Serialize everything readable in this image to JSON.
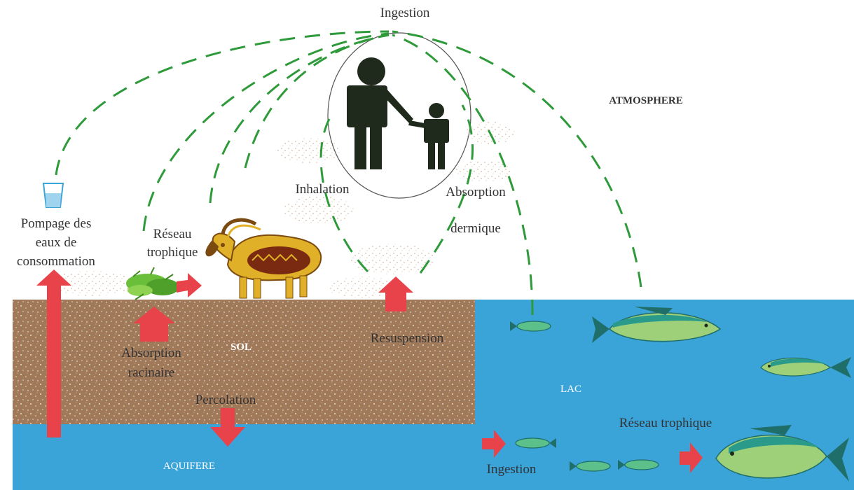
{
  "labels": {
    "ingestion_top": "Ingestion",
    "atmosphere": "ATMOSPHERE",
    "inhalation": "Inhalation",
    "absorption_dermique_1": "Absorption",
    "absorption_dermique_2": "dermique",
    "pompage_1": "Pompage des",
    "pompage_2": "eaux de",
    "pompage_3": "consommation",
    "reseau_trophique_land_1": "Réseau",
    "reseau_trophique_land_2": "trophique",
    "absorption_racinaire_1": "Absorption",
    "absorption_racinaire_2": "racinaire",
    "sol": "SOL",
    "resuspension": "Resuspension",
    "percolation": "Percolation",
    "aquifere": "AQUIFERE",
    "lac": "LAC",
    "reseau_trophique_lake": "Réseau trophique",
    "ingestion_lake": "Ingestion"
  },
  "colors": {
    "soil": "#a0785a",
    "water": "#3aa3d8",
    "arrow": "#e8434a",
    "dash": "#2e9a3a",
    "human": "#1f2a1c",
    "goat": "#e0b028",
    "fish_body": "#9ed07a",
    "fish_back": "#2a9a8a",
    "plant": "#6abf3a"
  },
  "icons": [
    "glass-icon",
    "adult-icon",
    "child-icon",
    "plant-icon",
    "goat-icon",
    "fish-icon"
  ]
}
